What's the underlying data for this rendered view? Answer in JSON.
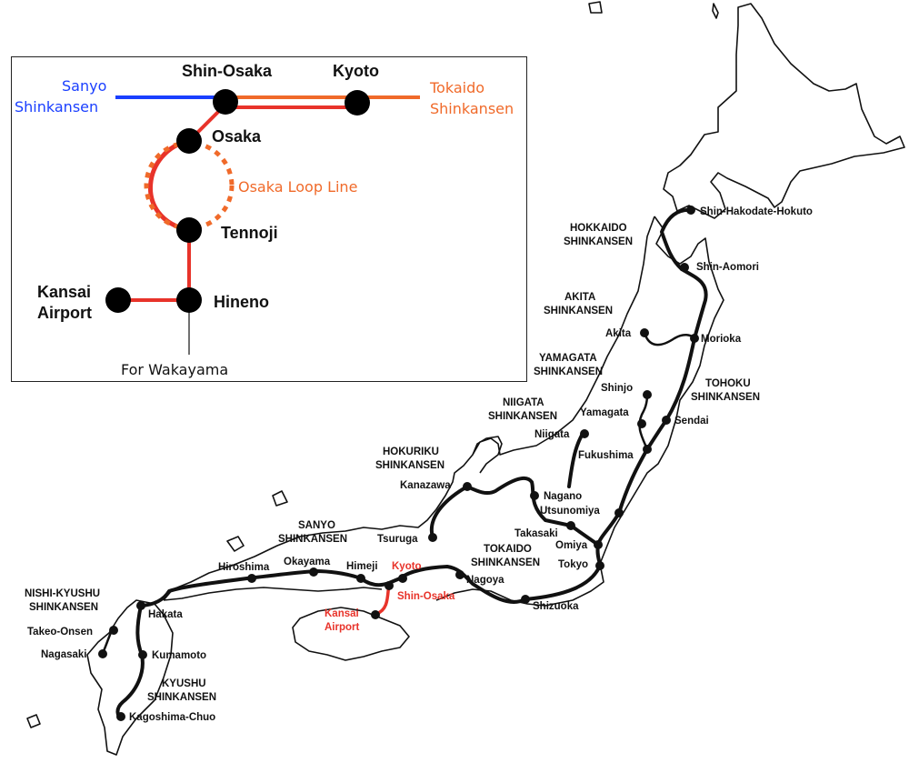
{
  "inset": {
    "stations": {
      "shin_osaka": "Shin-Osaka",
      "kyoto": "Kyoto",
      "osaka": "Osaka",
      "tennoji": "Tennoji",
      "hineno": "Hineno",
      "kansai_airport_1": "Kansai",
      "kansai_airport_2": "Airport"
    },
    "lines": {
      "sanyo_1": "Sanyo",
      "sanyo_2": "Shinkansen",
      "tokaido_1": "Tokaido",
      "tokaido_2": "Shinkansen",
      "loop": "Osaka Loop Line",
      "wakayama": "For Wakayama"
    },
    "colors": {
      "sanyo": "#1a3fff",
      "tokaido": "#f06a2a",
      "haruka": "#e8332a",
      "loop": "#f06a2a",
      "station": "#000000"
    }
  },
  "map": {
    "lines": {
      "hokkaido_1": "HOKKAIDO",
      "hokkaido_2": "SHINKANSEN",
      "akita_1": "AKITA",
      "akita_2": "SHINKANSEN",
      "yamagata_1": "YAMAGATA",
      "yamagata_2": "SHINKANSEN",
      "tohoku_1": "TOHOKU",
      "tohoku_2": "SHINKANSEN",
      "niigata_1": "NIIGATA",
      "niigata_2": "SHINKANSEN",
      "hokuriku_1": "HOKURIKU",
      "hokuriku_2": "SHINKANSEN",
      "sanyo_1": "SANYO",
      "sanyo_2": "SHINKANSEN",
      "tokaido_1": "TOKAIDO",
      "tokaido_2": "SHINKANSEN",
      "nishikyushu_1": "NISHI-KYUSHU",
      "nishikyushu_2": "SHINKANSEN",
      "kyushu_1": "KYUSHU",
      "kyushu_2": "SHINKANSEN"
    },
    "stations": {
      "shin_hakodate": "Shin-Hakodate-Hokuto",
      "shin_aomori": "Shin-Aomori",
      "akita": "Akita",
      "morioka": "Morioka",
      "shinjo": "Shinjo",
      "yamagata": "Yamagata",
      "sendai": "Sendai",
      "niigata": "Niigata",
      "fukushima": "Fukushima",
      "kanazawa": "Kanazawa",
      "nagano": "Nagano",
      "utsunomiya": "Utsunomiya",
      "takasaki": "Takasaki",
      "omiya": "Omiya",
      "tokyo": "Tokyo",
      "tsuruga": "Tsuruga",
      "nagoya": "Nagoya",
      "shizuoka": "Shizuoka",
      "kyoto": "Kyoto",
      "shin_osaka": "Shin-Osaka",
      "kansai_airport_1": "Kansai",
      "kansai_airport_2": "Airport",
      "himeji": "Himeji",
      "okayama": "Okayama",
      "hiroshima": "Hiroshima",
      "hakata": "Hakata",
      "takeo_onsen": "Takeo-Onsen",
      "nagasaki": "Nagasaki",
      "kumamoto": "Kumamoto",
      "kagoshima": "Kagoshima-Chuo"
    },
    "colors": {
      "rail": "#111111",
      "highlight": "#e8332a"
    }
  }
}
